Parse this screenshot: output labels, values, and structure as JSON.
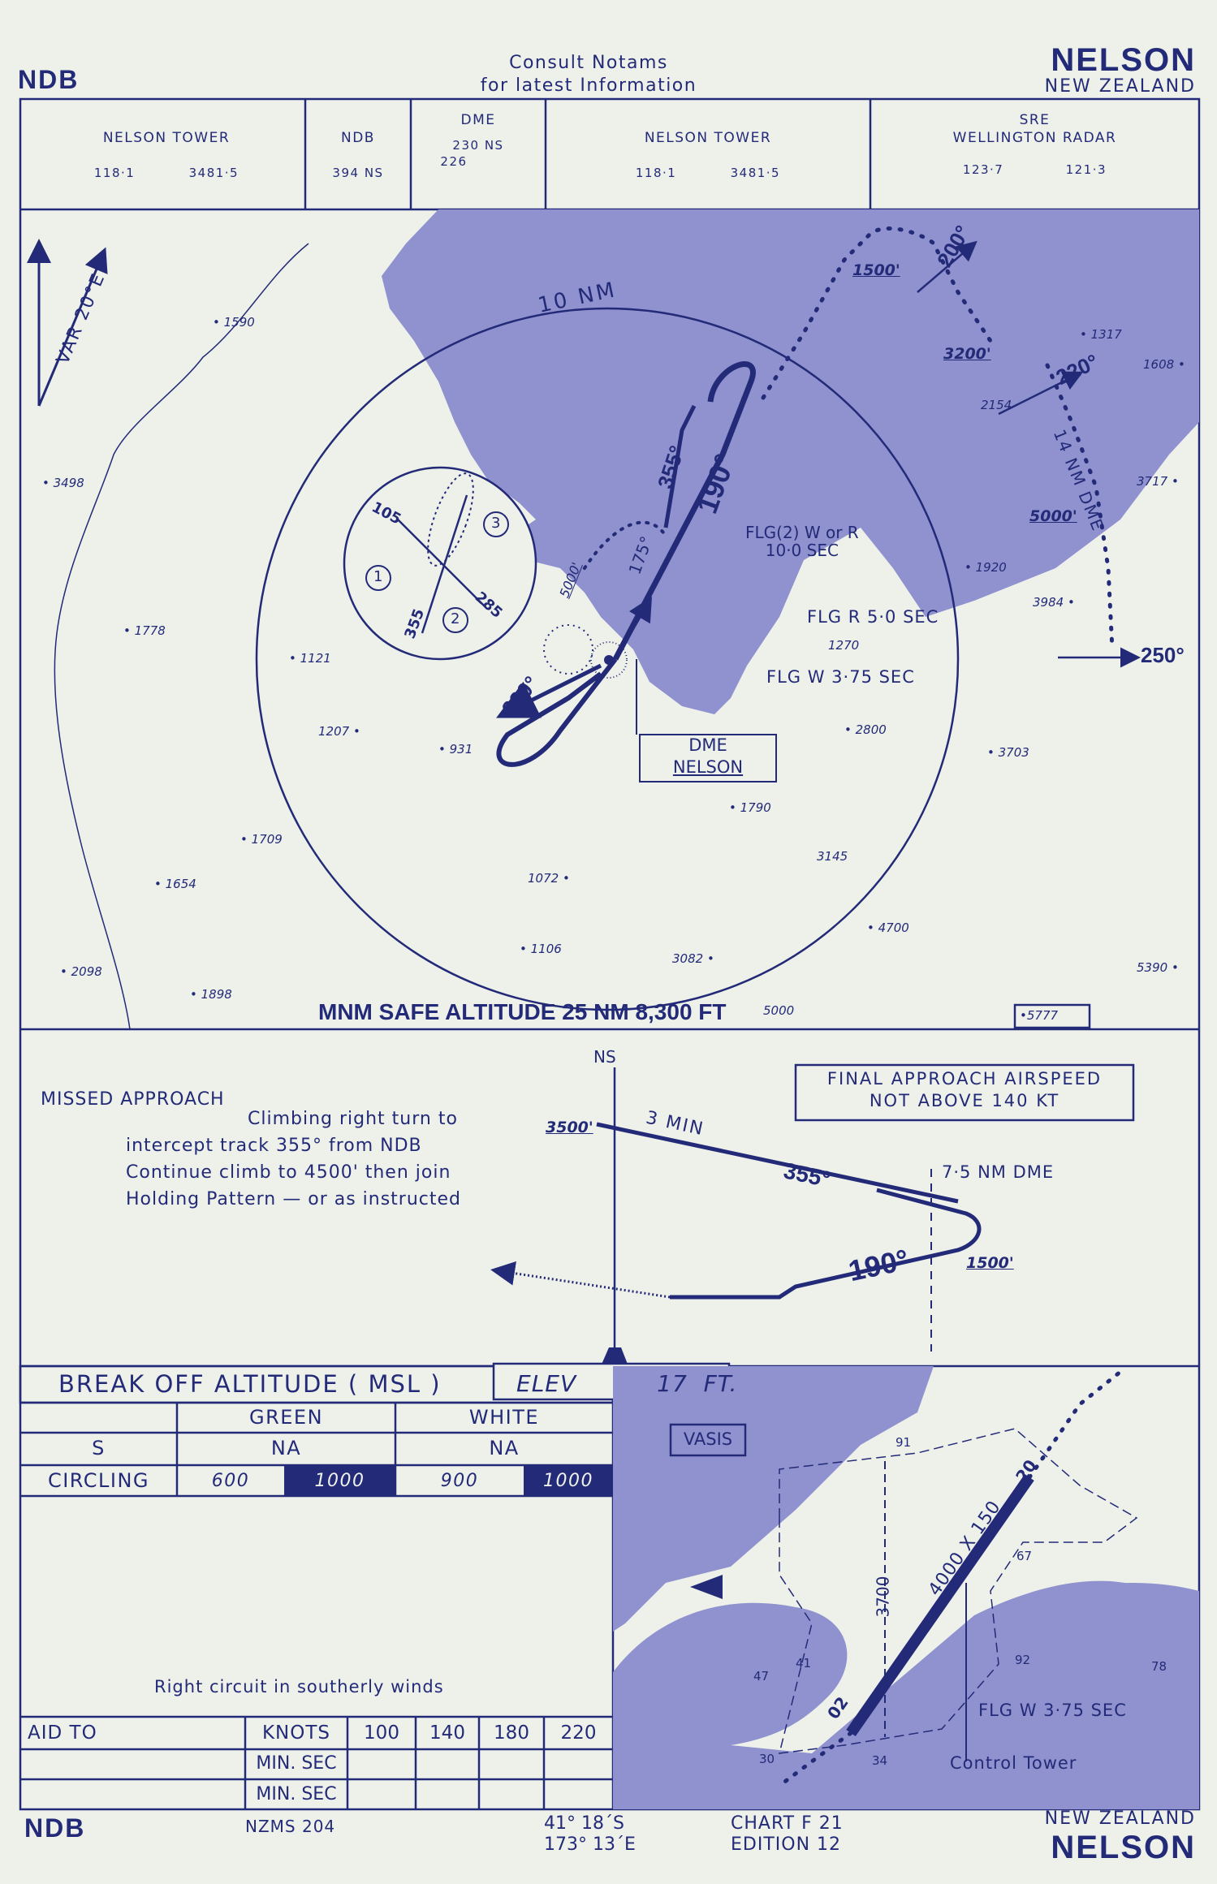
{
  "header": {
    "left": "NDB",
    "center_line1": "Consult  Notams",
    "center_line2": "for latest  Information",
    "title": "NELSON",
    "subtitle": "NEW ZEALAND"
  },
  "comms": [
    {
      "title": "NELSON TOWER",
      "sub": "",
      "freqs": [
        "118·1",
        "3481·5"
      ]
    },
    {
      "title": "NDB",
      "sub": "",
      "freqs": [
        "394  NS"
      ]
    },
    {
      "title": "DME",
      "sub": "230  NS",
      "freqs": [
        "226"
      ]
    },
    {
      "title": "NELSON TOWER",
      "sub": "",
      "freqs": [
        "118·1",
        "3481·5"
      ]
    },
    {
      "title": "SRE",
      "sub": "WELLINGTON RADAR",
      "freqs": [
        "123·7",
        "121·3"
      ]
    }
  ],
  "plan": {
    "variation": "VAR 20°E",
    "ring_label": "10 NM",
    "safe_altitude": "MNM SAFE ALTITUDE 25 NM  8,300 FT",
    "dme_box_title": "DME",
    "dme_box_name": "NELSON",
    "light1": "FLG(2)  W or R",
    "light1_sub": "10·0 SEC",
    "light2": "FLG  R  5·0  SEC",
    "light3": "FLG  W   3·75  SEC",
    "arc_label": "14 NM DME",
    "tracks": [
      "355°",
      "190°",
      "175°",
      "220°",
      "200°",
      "220°",
      "250°"
    ],
    "altitudes": [
      "1500'",
      "3200'",
      "5000'",
      "5000'"
    ],
    "holding": {
      "inbound": "355",
      "outbound": "285",
      "left": "105",
      "sectors": [
        "1",
        "2",
        "3"
      ]
    },
    "spot_heights": [
      "1590",
      "3498",
      "1778",
      "1121",
      "1207",
      "931",
      "1709",
      "1654",
      "2098",
      "1898",
      "1072",
      "1106",
      "3082",
      "1790",
      "3145",
      "4700",
      "2800",
      "3703",
      "1270",
      "1920",
      "3984",
      "1317",
      "1608",
      "2154",
      "3717",
      "5390",
      "5000",
      "5777"
    ]
  },
  "profile": {
    "station": "NS",
    "missed_title": "MISSED  APPROACH",
    "missed_lines": [
      "Climbing  right turn to",
      "intercept track 355°  from NDB",
      "Continue  climb to 4500' then join",
      "Holding Pattern — or as instructed"
    ],
    "airspeed_line1": "FINAL  APPROACH  AIRSPEED",
    "airspeed_line2": "NOT  ABOVE  140 KT",
    "alt_start": "3500'",
    "time": "3 MIN",
    "track_out": "355°",
    "track_in": "190°",
    "dme_fix": "7·5 NM DME",
    "alt_fix": "1500'"
  },
  "minima": {
    "title": "BREAK OFF ALTITUDE ( MSL )",
    "elev": "ELEV          17  FT.",
    "col_green": "GREEN",
    "col_white": "WHITE",
    "rows": [
      {
        "label": "S",
        "green": [
          "NA"
        ],
        "white": [
          "NA"
        ]
      },
      {
        "label": "CIRCLING",
        "green": [
          "600",
          "1000"
        ],
        "white": [
          "900",
          "1000"
        ]
      }
    ],
    "circuit_note": "Right circuit in southerly winds"
  },
  "timing": {
    "label": "AID TO",
    "knots_label": "KNOTS",
    "speeds": [
      "100",
      "140",
      "180",
      "220"
    ],
    "row_labels": [
      "MIN. SEC",
      "MIN. SEC"
    ]
  },
  "aerodrome": {
    "vasis": "VASIS",
    "runway": "4000 X 150",
    "rwy_end_a": "20",
    "rwy_end_b": "02",
    "cross_len": "3700",
    "light": "FLG  W  3·75  SEC",
    "tower": "Control Tower",
    "heights": [
      "91",
      "67",
      "92",
      "78",
      "47",
      "41",
      "30",
      "34"
    ]
  },
  "footer": {
    "left": "NDB",
    "nzms": "NZMS  204",
    "lat": "41° 18´S",
    "lon": "173° 13´E",
    "chart": "CHART  F 21",
    "edition": "EDITION  12",
    "country": "NEW  ZEALAND",
    "name": "NELSON"
  },
  "colors": {
    "ink": "#232a78",
    "land": "#8f92ce",
    "paper": "#eef1ea"
  }
}
